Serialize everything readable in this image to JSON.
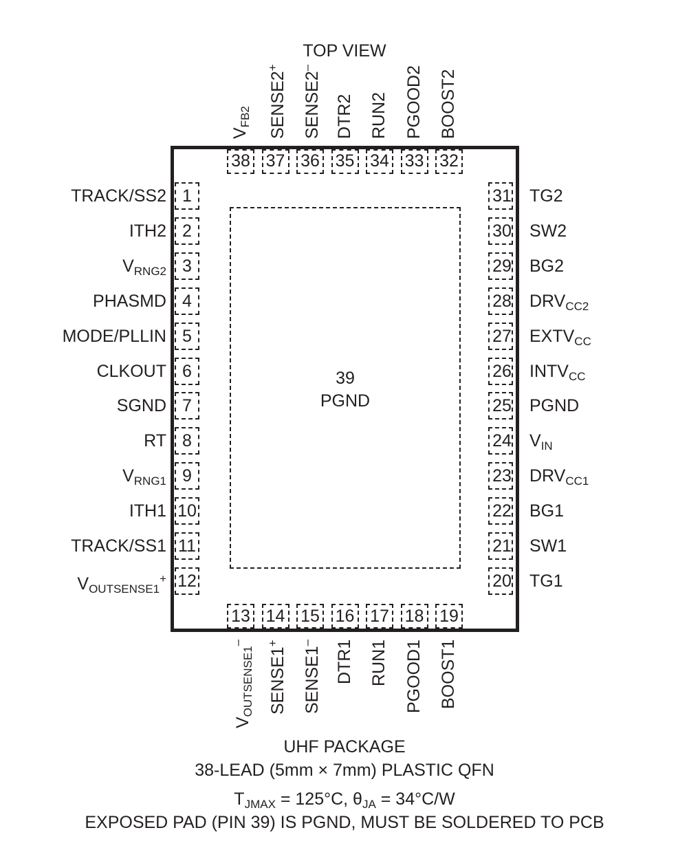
{
  "title": "TOP VIEW",
  "exposed_pad": {
    "number": "39",
    "name": "PGND"
  },
  "left_pins": [
    {
      "num": "1",
      "name": "TRACK/SS2",
      "sub": "",
      "sup": ""
    },
    {
      "num": "2",
      "name": "ITH2",
      "sub": "",
      "sup": ""
    },
    {
      "num": "3",
      "name": "V",
      "sub": "RNG2",
      "sup": ""
    },
    {
      "num": "4",
      "name": "PHASMD",
      "sub": "",
      "sup": ""
    },
    {
      "num": "5",
      "name": "MODE/PLLIN",
      "sub": "",
      "sup": ""
    },
    {
      "num": "6",
      "name": "CLKOUT",
      "sub": "",
      "sup": ""
    },
    {
      "num": "7",
      "name": "SGND",
      "sub": "",
      "sup": ""
    },
    {
      "num": "8",
      "name": "RT",
      "sub": "",
      "sup": ""
    },
    {
      "num": "9",
      "name": "V",
      "sub": "RNG1",
      "sup": ""
    },
    {
      "num": "10",
      "name": "ITH1",
      "sub": "",
      "sup": ""
    },
    {
      "num": "11",
      "name": "TRACK/SS1",
      "sub": "",
      "sup": ""
    },
    {
      "num": "12",
      "name": "V",
      "sub": "OUTSENSE1",
      "sup": "+"
    }
  ],
  "right_pins": [
    {
      "num": "31",
      "name": "TG2",
      "sub": ""
    },
    {
      "num": "30",
      "name": "SW2",
      "sub": ""
    },
    {
      "num": "29",
      "name": "BG2",
      "sub": ""
    },
    {
      "num": "28",
      "name": "DRV",
      "sub": "CC2"
    },
    {
      "num": "27",
      "name": "EXTV",
      "sub": "CC"
    },
    {
      "num": "26",
      "name": "INTV",
      "sub": "CC"
    },
    {
      "num": "25",
      "name": "PGND",
      "sub": ""
    },
    {
      "num": "24",
      "name": "V",
      "sub": "IN"
    },
    {
      "num": "23",
      "name": "DRV",
      "sub": "CC1"
    },
    {
      "num": "22",
      "name": "BG1",
      "sub": ""
    },
    {
      "num": "21",
      "name": "SW1",
      "sub": ""
    },
    {
      "num": "20",
      "name": "TG1",
      "sub": ""
    }
  ],
  "top_pins": [
    {
      "num": "38",
      "name": "V",
      "sub": "FB2",
      "sup": ""
    },
    {
      "num": "37",
      "name": "SENSE2",
      "sub": "",
      "sup": "+"
    },
    {
      "num": "36",
      "name": "SENSE2",
      "sub": "",
      "sup": "–"
    },
    {
      "num": "35",
      "name": "DTR2",
      "sub": "",
      "sup": ""
    },
    {
      "num": "34",
      "name": "RUN2",
      "sub": "",
      "sup": ""
    },
    {
      "num": "33",
      "name": "PGOOD2",
      "sub": "",
      "sup": ""
    },
    {
      "num": "32",
      "name": "BOOST2",
      "sub": "",
      "sup": ""
    }
  ],
  "bottom_pins": [
    {
      "num": "13",
      "name": "V",
      "sub": "OUTSENSE1",
      "sup": "–"
    },
    {
      "num": "14",
      "name": "SENSE1",
      "sub": "",
      "sup": "+"
    },
    {
      "num": "15",
      "name": "SENSE1",
      "sub": "",
      "sup": "–"
    },
    {
      "num": "16",
      "name": "DTR1",
      "sub": "",
      "sup": ""
    },
    {
      "num": "17",
      "name": "RUN1",
      "sub": "",
      "sup": ""
    },
    {
      "num": "18",
      "name": "PGOOD1",
      "sub": "",
      "sup": ""
    },
    {
      "num": "19",
      "name": "BOOST1",
      "sub": "",
      "sup": ""
    }
  ],
  "footer": {
    "line1": "UHF PACKAGE",
    "line2": "38-LEAD (5mm × 7mm) PLASTIC QFN",
    "line3_t": "T",
    "line3_t_sub": "JMAX",
    "line3_mid": " = 125°C, θ",
    "line3_theta_sub": "JA",
    "line3_end": " = 34°C/W",
    "line4": "EXPOSED PAD (PIN 39) IS PGND, MUST BE SOLDERED TO PCB"
  }
}
